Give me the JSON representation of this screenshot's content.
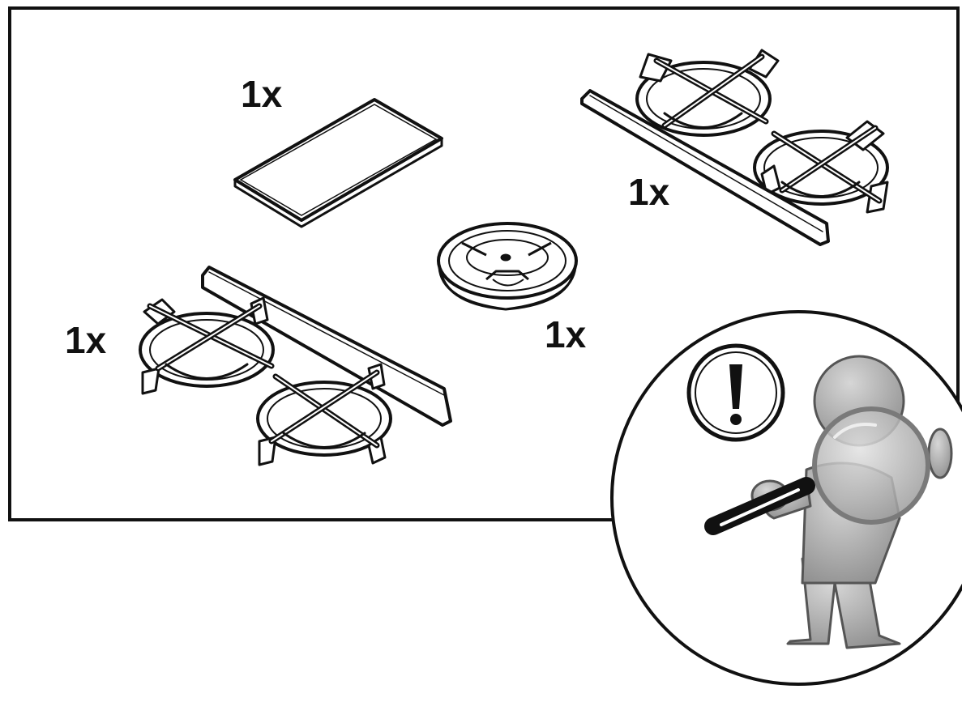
{
  "parts": [
    {
      "id": "cover-plate",
      "quantity_label": "1x",
      "icon": "cover-plate-icon"
    },
    {
      "id": "double-grate-right",
      "quantity_label": "1x",
      "icon": "pan-support-grate-icon"
    },
    {
      "id": "double-grate-left",
      "quantity_label": "1x",
      "icon": "pan-support-grate-icon"
    },
    {
      "id": "wok-ring",
      "quantity_label": "1x",
      "icon": "wok-ring-icon"
    }
  ],
  "inspection_callout": {
    "icons": [
      "warning-exclamation-icon",
      "inspector-figure-icon",
      "magnifying-glass-icon"
    ]
  },
  "colors": {
    "line": "#111111",
    "figure_gray": "#b0b0b0",
    "figure_dark": "#8c8c8c",
    "background": "#ffffff"
  }
}
